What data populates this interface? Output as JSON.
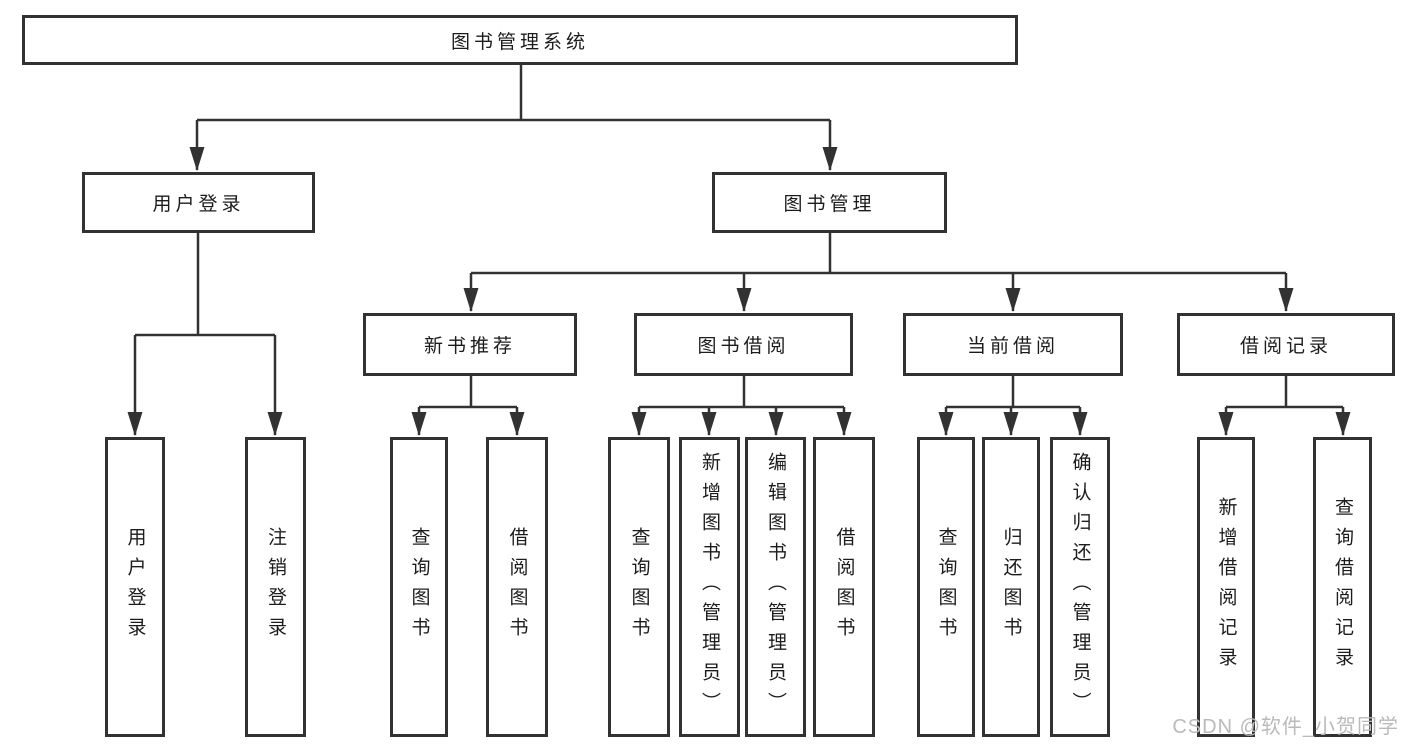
{
  "diagram": {
    "root": {
      "label": "图书管理系统"
    },
    "branches": [
      {
        "label": "用户登录",
        "children": [
          {
            "label": "用户登录"
          },
          {
            "label": "注销登录"
          }
        ]
      },
      {
        "label": "图书管理",
        "children": [
          {
            "label": "新书推荐",
            "children": [
              {
                "label": "查询图书"
              },
              {
                "label": "借阅图书"
              }
            ]
          },
          {
            "label": "图书借阅",
            "children": [
              {
                "label": "查询图书"
              },
              {
                "label": "新增图书（管理员）"
              },
              {
                "label": "编辑图书（管理员）"
              },
              {
                "label": "借阅图书"
              }
            ]
          },
          {
            "label": "当前借阅",
            "children": [
              {
                "label": "查询图书"
              },
              {
                "label": "归还图书"
              },
              {
                "label": "确认归还（管理员）"
              }
            ]
          },
          {
            "label": "借阅记录",
            "children": [
              {
                "label": "新增借阅记录"
              },
              {
                "label": "查询借阅记录"
              }
            ]
          }
        ]
      }
    ]
  },
  "watermark": {
    "text": "CSDN @软件_小贺同学"
  },
  "colors": {
    "line": "#323232",
    "text": "#1c1c1c",
    "watermark": "#b9babc",
    "background": "#ffffff"
  }
}
